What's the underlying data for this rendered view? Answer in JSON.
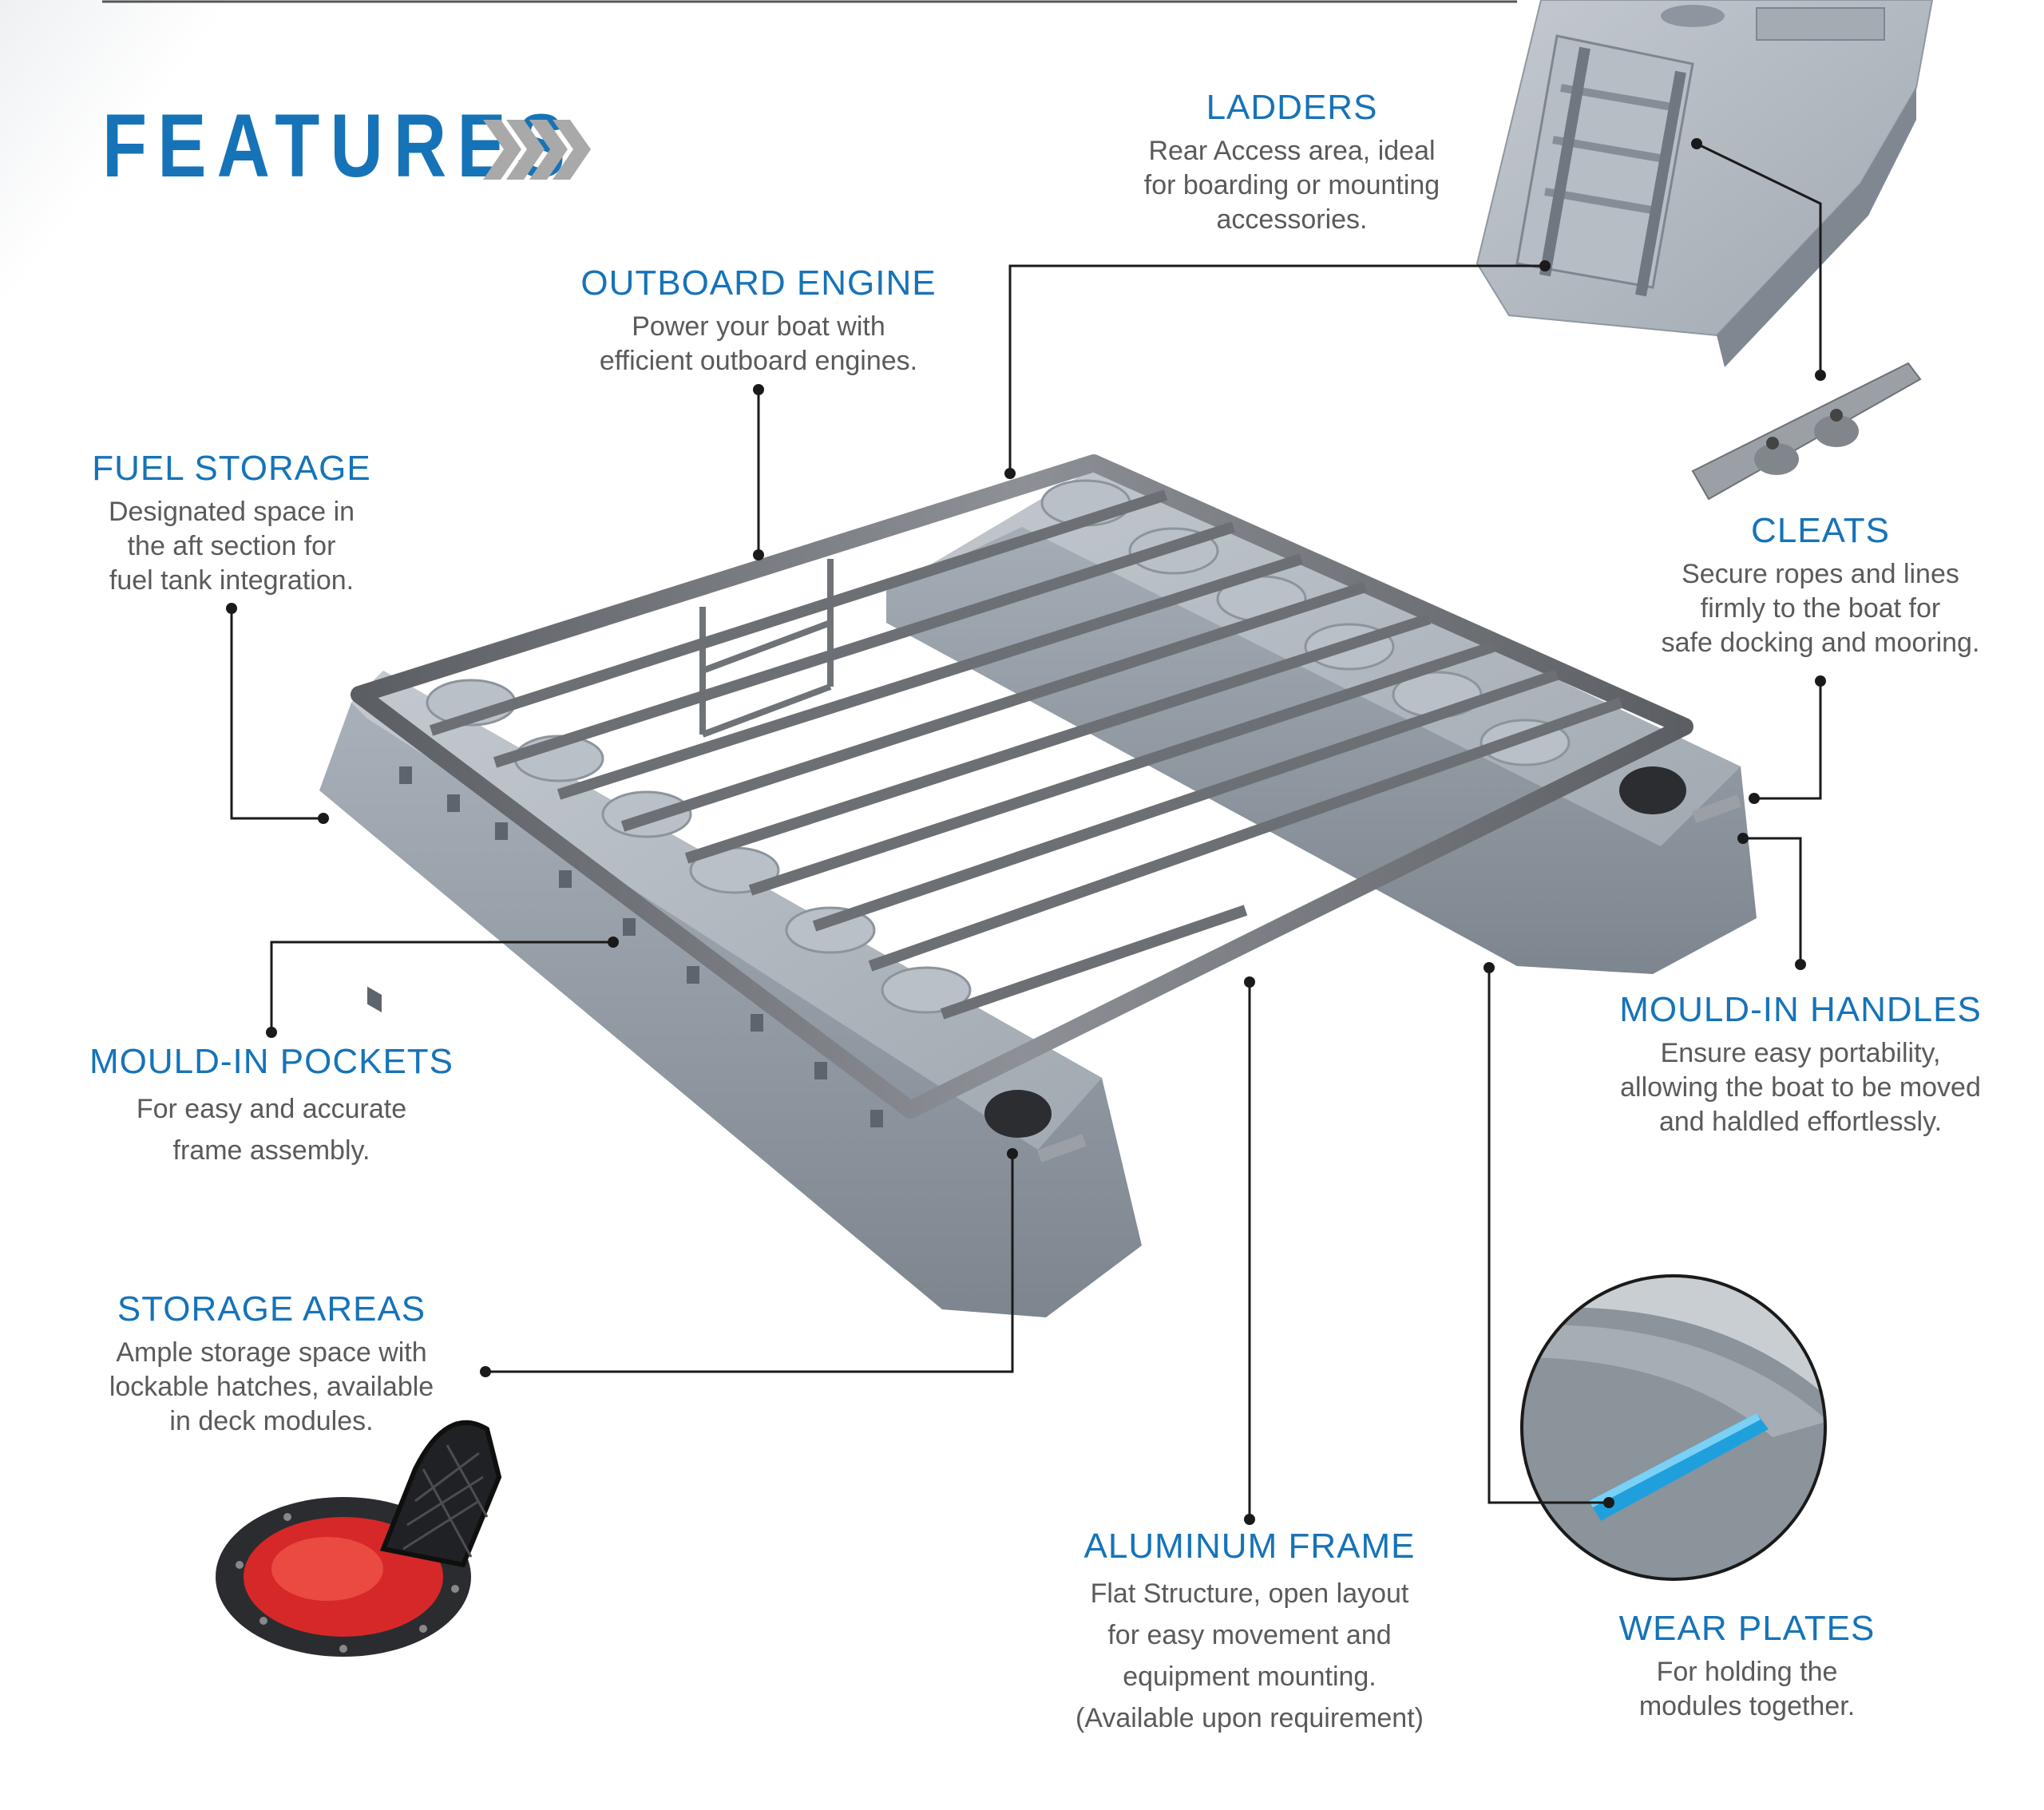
{
  "page": {
    "title": "FEATURES"
  },
  "icons": {
    "title_chevrons": "double-chevron-right-icon"
  },
  "colors": {
    "accent_blue": "#1673b8",
    "body_text": "#5a5a5a",
    "leader_line": "#1a1a1a",
    "pontoon_grey": "#9aa3ad",
    "frame_metal": "#6b6e72",
    "wear_plate_blue": "#1fa0dc",
    "hatch_red": "#d62828"
  },
  "features": {
    "ladders": {
      "title": "LADDERS",
      "desc": [
        "Rear Access area, ideal",
        "for boarding or mounting",
        "accessories."
      ]
    },
    "outboard_engine": {
      "title": "OUTBOARD ENGINE",
      "desc": [
        "Power your boat with",
        "efficient outboard engines."
      ]
    },
    "fuel_storage": {
      "title": "FUEL STORAGE",
      "desc": [
        "Designated space in",
        "the aft section for",
        "fuel tank integration."
      ]
    },
    "cleats": {
      "title": "CLEATS",
      "desc": [
        "Secure ropes and lines",
        "firmly to the boat for",
        "safe docking and mooring."
      ]
    },
    "mould_in_handles": {
      "title": "MOULD-IN HANDLES",
      "desc": [
        "Ensure easy portability,",
        "allowing the boat to be moved",
        "and haldled effortlessly."
      ]
    },
    "mould_in_pockets": {
      "title": "MOULD-IN POCKETS",
      "desc": [
        "For easy and accurate",
        "frame assembly."
      ]
    },
    "storage_areas": {
      "title": "STORAGE AREAS",
      "desc": [
        "Ample storage space with",
        "lockable hatches, available",
        "in deck modules."
      ]
    },
    "aluminum_frame": {
      "title": "ALUMINUM FRAME",
      "desc": [
        "Flat Structure, open layout",
        "for easy movement and",
        "equipment mounting.",
        "(Available upon requirement)"
      ]
    },
    "wear_plates": {
      "title": "WEAR PLATES",
      "desc": [
        "For holding the",
        "modules together."
      ]
    }
  }
}
